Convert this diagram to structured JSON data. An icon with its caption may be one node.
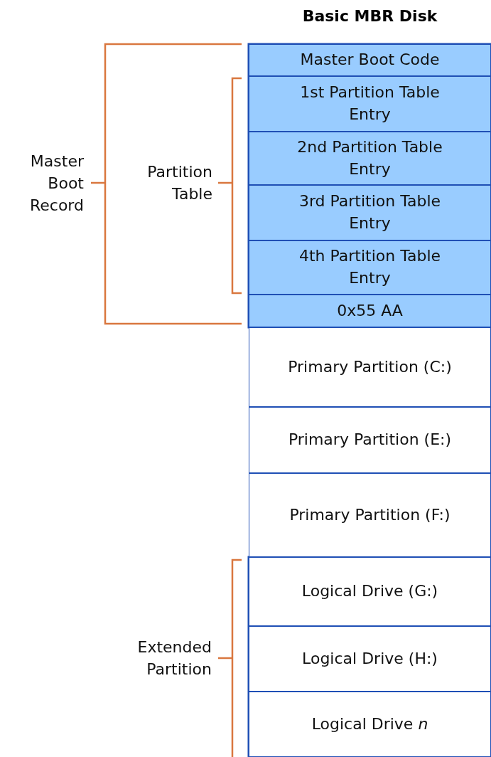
{
  "diagram": {
    "title": "Basic MBR Disk",
    "nodes": [
      {
        "text": [
          "Master Boot Code"
        ]
      },
      {
        "text": [
          "1st Partition Table Entry"
        ]
      },
      {
        "text": [
          "2nd Partition Table Entry"
        ]
      },
      {
        "text": [
          "3rd Partition Table Entry"
        ]
      },
      {
        "text": [
          "4th Partition Table Entry"
        ]
      },
      {
        "text": [
          "0x55 AA"
        ]
      },
      {
        "text": [
          "Primary Partition (C:)"
        ]
      },
      {
        "text": [
          "Primary Partition (E:)"
        ]
      },
      {
        "text": [
          "Primary Partition (F:)"
        ]
      },
      {
        "text": [
          "Logical Drive (G:)"
        ]
      },
      {
        "text": [
          "Logical Drive (H:)"
        ]
      },
      {
        "text": [
          "Logical Drive *n*"
        ]
      }
    ],
    "labels": [
      "Master Boot Record",
      "Partition Table",
      "Extended Partition"
    ]
  }
}
